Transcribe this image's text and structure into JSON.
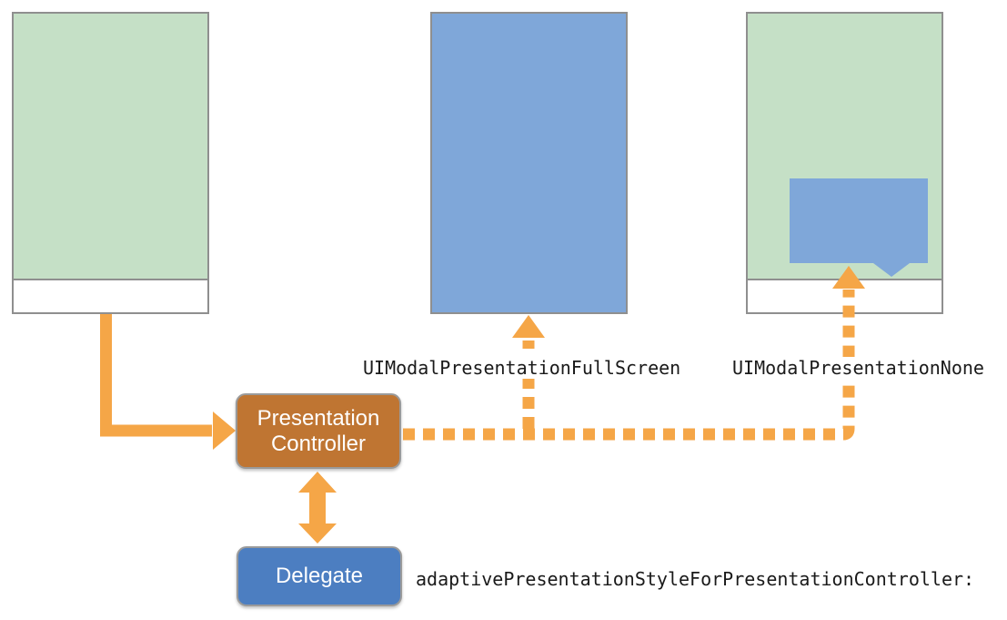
{
  "nodes": {
    "presentation_controller": {
      "label": "Presentation Controller"
    },
    "delegate": {
      "label": "Delegate"
    }
  },
  "labels": {
    "fullscreen_style": "UIModalPresentationFullScreen",
    "none_style": "UIModalPresentationNone",
    "delegate_method": "adaptivePresentationStyleForPresentationController:"
  },
  "devices": [
    {
      "name": "presenting-view",
      "fill": "green",
      "bottom_bar": true
    },
    {
      "name": "full-screen-presentation",
      "fill": "blue",
      "bottom_bar": false
    },
    {
      "name": "popover-presentation",
      "fill": "green",
      "bottom_bar": true,
      "popover": true
    }
  ],
  "colors": {
    "arrow_orange": "#f5a647",
    "screen_green": "#c5e0c6",
    "screen_blue": "#7fa7d9",
    "controller_brown": "#bf7532",
    "delegate_blue": "#4c7ec1",
    "device_border_gray": "#8f8f8f",
    "node_border_gray": "#9a9a9a",
    "label_text": "#1a1a1a",
    "background": "#ffffff"
  }
}
